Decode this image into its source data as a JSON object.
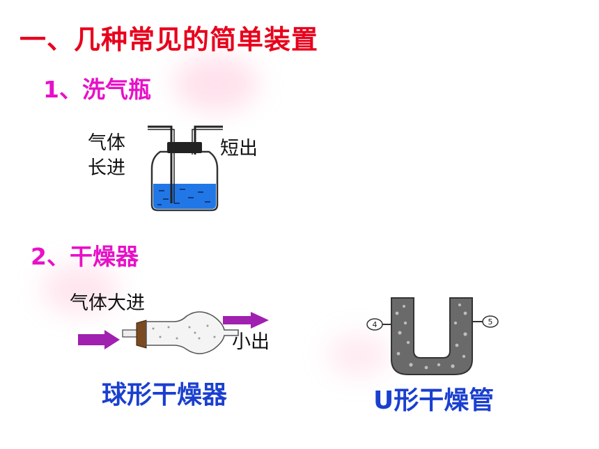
{
  "title": "一、几种常见的简单装置",
  "sections": [
    {
      "label": "1、洗气瓶"
    },
    {
      "label": "2、干燥器"
    }
  ],
  "wash_bottle": {
    "inlet_line1": "气体",
    "inlet_line2": "长进",
    "outlet": "短出"
  },
  "ball_dryer": {
    "inlet": "气体大进",
    "outlet": "小出",
    "caption": "球形干燥器"
  },
  "u_tube": {
    "left_marker": "4",
    "right_marker": "5",
    "caption": "U形干燥管"
  },
  "colors": {
    "title": "#e8001c",
    "section": "#e810c8",
    "caption": "#1a3fd0",
    "liquid": "#2277e6",
    "arrow": "#a020b0"
  }
}
